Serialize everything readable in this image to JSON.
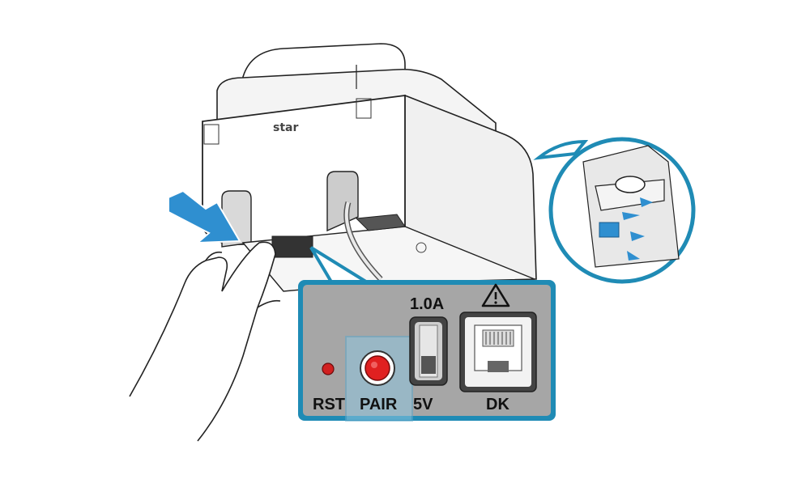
{
  "printer": {
    "brand_logo": "star"
  },
  "port_panel": {
    "labels": {
      "current_rating": "1.0A",
      "rst": "RST",
      "pair": "PAIR",
      "usb_voltage": "5V",
      "dk": "DK"
    },
    "warning_icon": "warning-triangle-icon"
  },
  "colors": {
    "accent_blue": "#1f8bb5",
    "arrow_blue": "#2f8fd0",
    "pair_button_red": "#e02020",
    "panel_gray": "#a6a6a6",
    "highlight_box": "#8fc6e0"
  }
}
